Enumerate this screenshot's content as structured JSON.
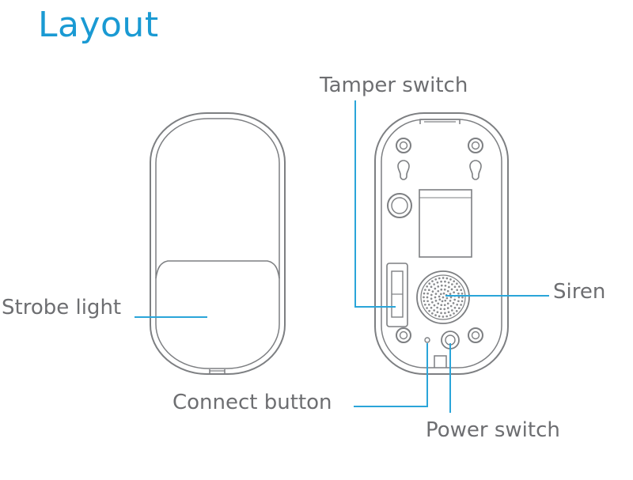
{
  "title": "Layout",
  "labels": {
    "tamper_switch": "Tamper switch",
    "siren": "Siren",
    "strobe_light": "Strobe light",
    "connect_button": "Connect button",
    "power_switch": "Power switch"
  },
  "colors": {
    "title": "#1a9ad3",
    "leader_line": "#2aa5d9",
    "label_text": "#6d6e71",
    "device_outline": "#7d7f82"
  }
}
